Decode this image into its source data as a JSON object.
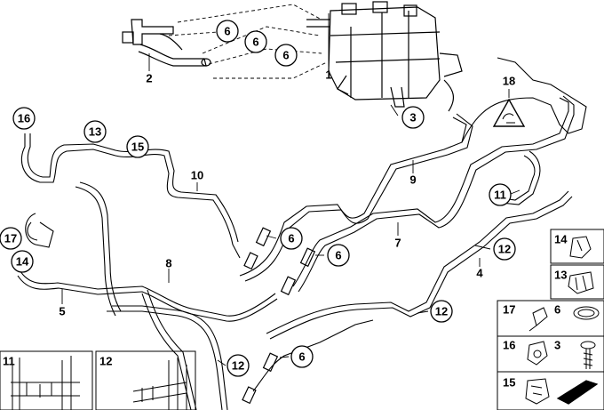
{
  "parts": {
    "p1": "1",
    "p2": "2",
    "p3": "3",
    "p4": "4",
    "p5": "5",
    "p7": "7",
    "p8": "8",
    "p9": "9",
    "p10": "10"
  },
  "callouts": {
    "c6a": "6",
    "c6b": "6",
    "c6c": "6",
    "c6d": "6",
    "c6e": "6",
    "c6f": "6",
    "c3": "3",
    "c18": "18",
    "c16": "16",
    "c13": "13",
    "c15": "15",
    "c17": "17",
    "c14": "14",
    "c11": "11",
    "c12a": "12",
    "c12b": "12",
    "c12c": "12"
  },
  "legend": {
    "l14": "14",
    "l13": "13",
    "l17": "17",
    "l6": "6",
    "l16": "16",
    "l3": "3",
    "l15": "15",
    "l11": "11",
    "l12": "12"
  }
}
